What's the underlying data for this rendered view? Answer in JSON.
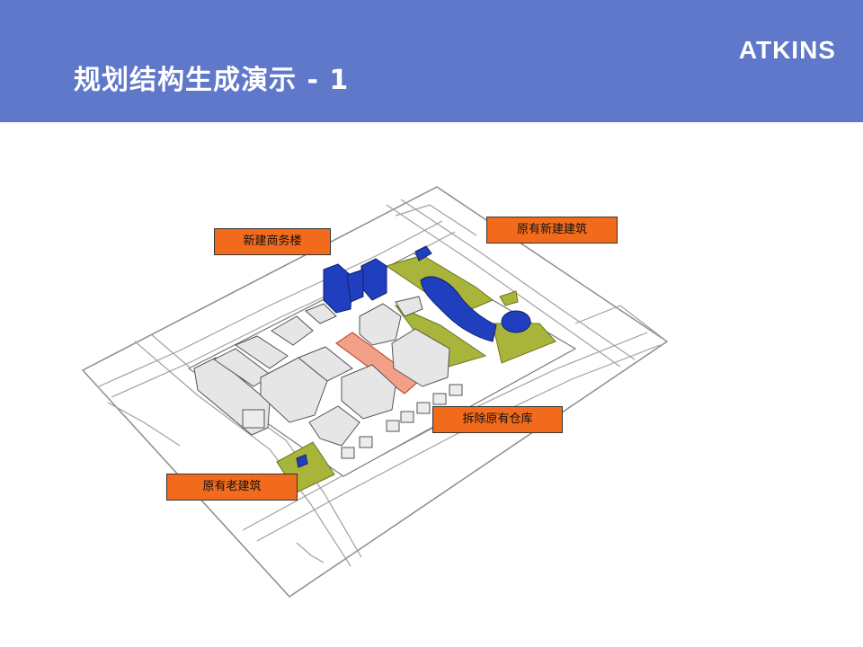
{
  "header": {
    "title": "规划结构生成演示 - 1",
    "logo": "ATKINS",
    "background": "#5f78c9"
  },
  "callouts": {
    "new_office": "新建商务楼",
    "existing_new": "原有新建建筑",
    "demolish_warehouse": "拆除原有仓库",
    "existing_old": "原有老建筑"
  },
  "colors": {
    "new_building": "#1f3fbf",
    "green_space": "#a8b53a",
    "demolished": "#f3a08a",
    "callout_fill": "#f26a1c"
  }
}
